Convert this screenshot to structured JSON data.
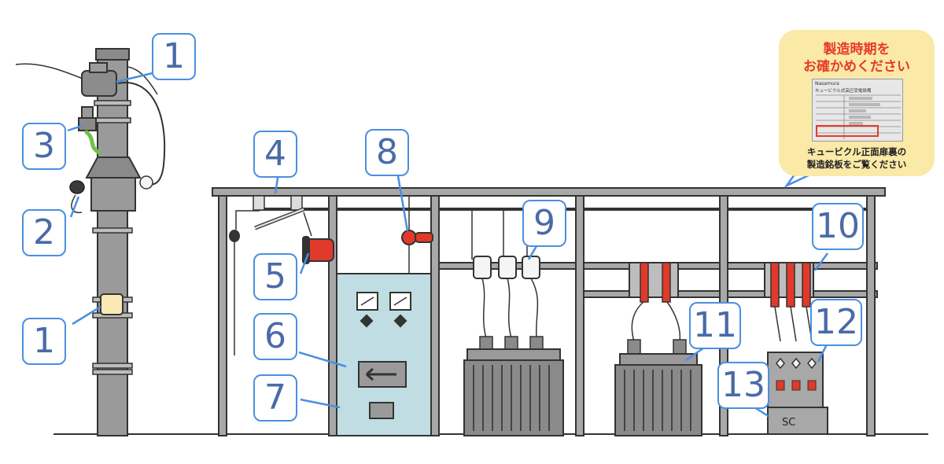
{
  "callouts": {
    "c1_top": "1",
    "c1_bottom": "1",
    "c2": "2",
    "c3": "3",
    "c4": "4",
    "c5": "5",
    "c6": "6",
    "c7": "7",
    "c8": "8",
    "c9": "9",
    "c10": "10",
    "c11": "11",
    "c12": "12",
    "c13": "13"
  },
  "capacitor_label": "SC",
  "notice": {
    "title_line1": "製造時期を",
    "title_line2": "お確かめください",
    "plate_brand": "Nasamura",
    "plate_title": "キュービクル式高圧受電設備",
    "caption_line1": "キュービクル正面扉裏の",
    "caption_line2": "製造銘板をご覧ください"
  },
  "colors": {
    "callout_border": "#4a8fe0",
    "callout_text": "#4a6ba8",
    "panel_fill": "#bfdde3",
    "equipment_gray": "#8a8a8a",
    "frame_gray": "#a8a8a8",
    "accent_red": "#e03a2a",
    "notice_bg": "#fbe9a8",
    "notice_red": "#e53b28",
    "ground_wire": "#6fc04a"
  }
}
